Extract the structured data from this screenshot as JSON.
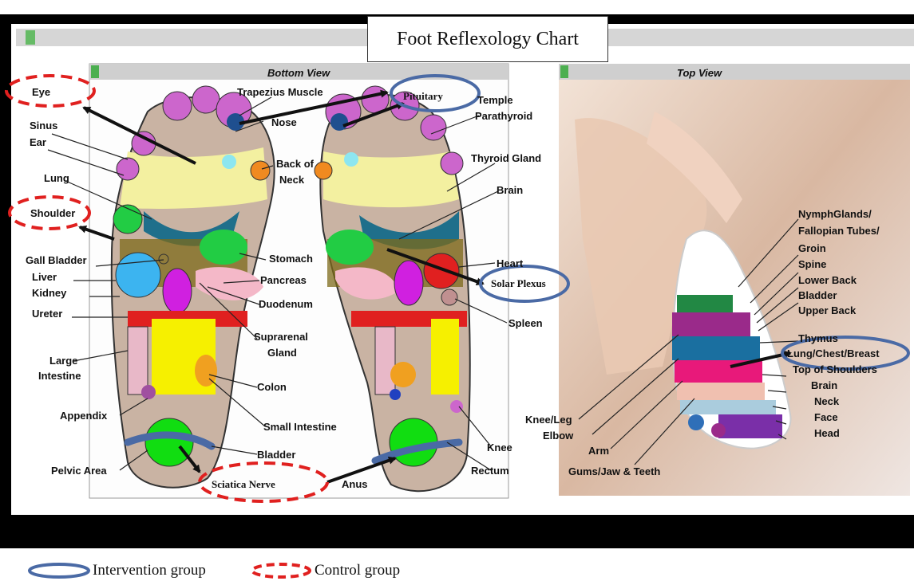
{
  "title": "Foot Reflexology Chart",
  "panels": {
    "bottom_view": "Bottom View",
    "top_view": "Top View"
  },
  "colors": {
    "intervention": "#4a6aa5",
    "control": "#e0201f",
    "frame": "#000000",
    "panel_bar": "#c8c8c8"
  },
  "bottom_labels": {
    "eye": "Eye",
    "trapezius": "Trapezius Muscle",
    "pituitary": "Pituitary",
    "temple": "Temple",
    "parathyroid": "Parathyroid",
    "sinus": "Sinus",
    "ear": "Ear",
    "nose": "Nose",
    "back_of": "Back of",
    "neck": "Neck",
    "thyroid": "Thyroid Gland",
    "brain": "Brain",
    "lung": "Lung",
    "shoulder": "Shoulder",
    "gall": "Gall Bladder",
    "liver": "Liver",
    "kidney": "Kidney",
    "ureter": "Ureter",
    "stomach": "Stomach",
    "pancreas": "Pancreas",
    "duodenum": "Duodenum",
    "heart": "Heart",
    "solar": "Solar Plexus",
    "spleen": "Spleen",
    "suprarenal": "Suprarenal",
    "gland": "Gland",
    "large": "Large",
    "intestine": "Intestine",
    "colon": "Colon",
    "appendix": "Appendix",
    "small_intestine": "Small Intestine",
    "knee": "Knee",
    "bladder": "Bladder",
    "pelvic": "Pelvic Area",
    "sciatica": "Sciatica Nerve",
    "anus": "Anus",
    "rectum": "Rectum"
  },
  "top_labels": {
    "nymph": "NymphGlands/",
    "fallopian": "Fallopian Tubes/",
    "groin": "Groin",
    "spine": "Spine",
    "lower_back": "Lower Back",
    "bladder": "Bladder",
    "upper_back": "Upper Back",
    "thymus": "Thymus",
    "lung_chest": "Lung/Chest/Breast",
    "top_shoulders": "Top of Shoulders",
    "brain": "Brain",
    "neck": "Neck",
    "face": "Face",
    "head": "Head",
    "knee_leg": "Knee/Leg",
    "elbow": "Elbow",
    "arm": "Arm",
    "gums": "Gums/Jaw & Teeth"
  },
  "legend": {
    "intervention": "Intervention group",
    "control": "Control group"
  }
}
